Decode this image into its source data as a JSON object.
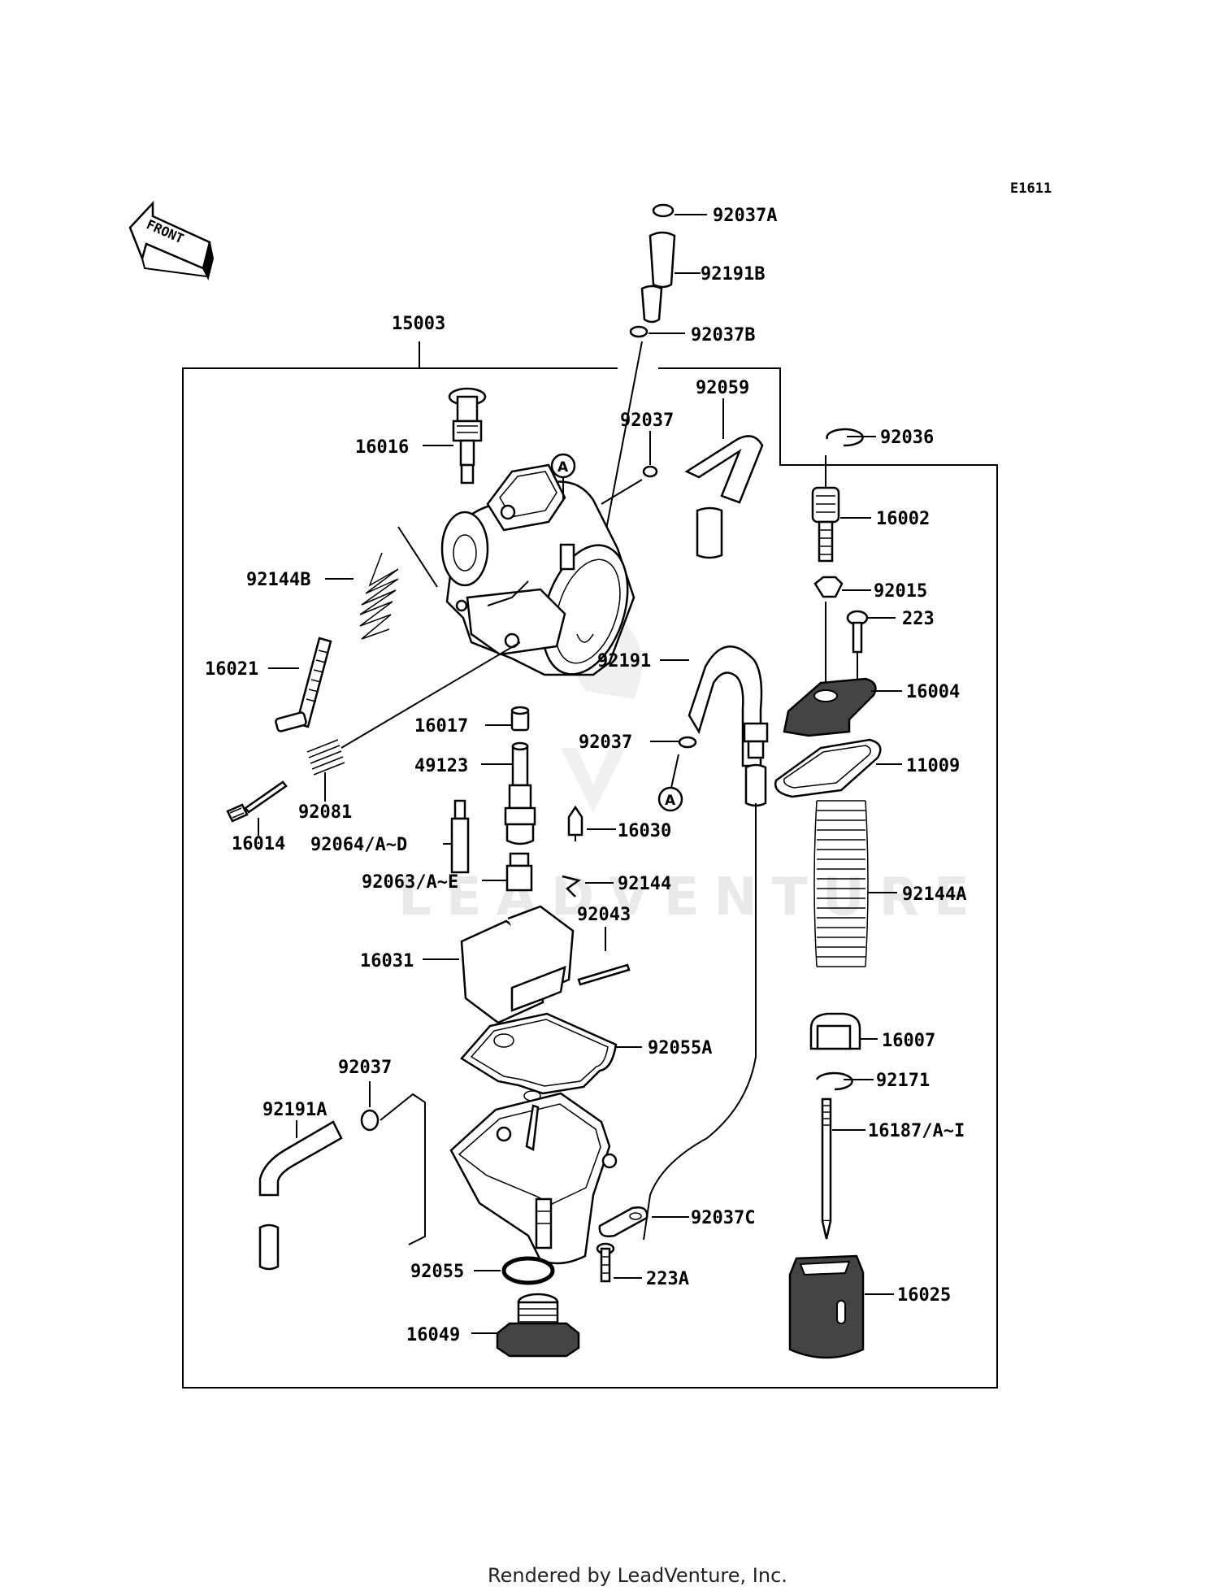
{
  "diagram_code": "E1611",
  "front_arrow_label": "FRONT",
  "assembly_label": "15003",
  "ref_marker": "A",
  "footer": "Rendered by LeadVenture, Inc.",
  "watermark": "LEADVENTURE",
  "labels": {
    "p92037A": "92037A",
    "p92191B": "92191B",
    "p92037B": "92037B",
    "p92059": "92059",
    "p92037_top": "92037",
    "p92036": "92036",
    "p16016": "16016",
    "p16002": "16002",
    "p92144B": "92144B",
    "p92015": "92015",
    "p223": "223",
    "p16021": "16021",
    "p92191": "92191",
    "p16004": "16004",
    "p16017": "16017",
    "p92037_mid": "92037",
    "p11009": "11009",
    "p49123": "49123",
    "p92081": "92081",
    "p16030": "16030",
    "p16014": "16014",
    "p92064": "92064/A~D",
    "p92063": "92063/A~E",
    "p92144": "92144",
    "p92144A": "92144A",
    "p92043": "92043",
    "p16031": "16031",
    "p16007": "16007",
    "p92055A": "92055A",
    "p92037_low": "92037",
    "p92171": "92171",
    "p92191A": "92191A",
    "p16187": "16187/A~I",
    "p92037C": "92037C",
    "p92055": "92055",
    "p223A": "223A",
    "p16025": "16025",
    "p16049": "16049"
  }
}
